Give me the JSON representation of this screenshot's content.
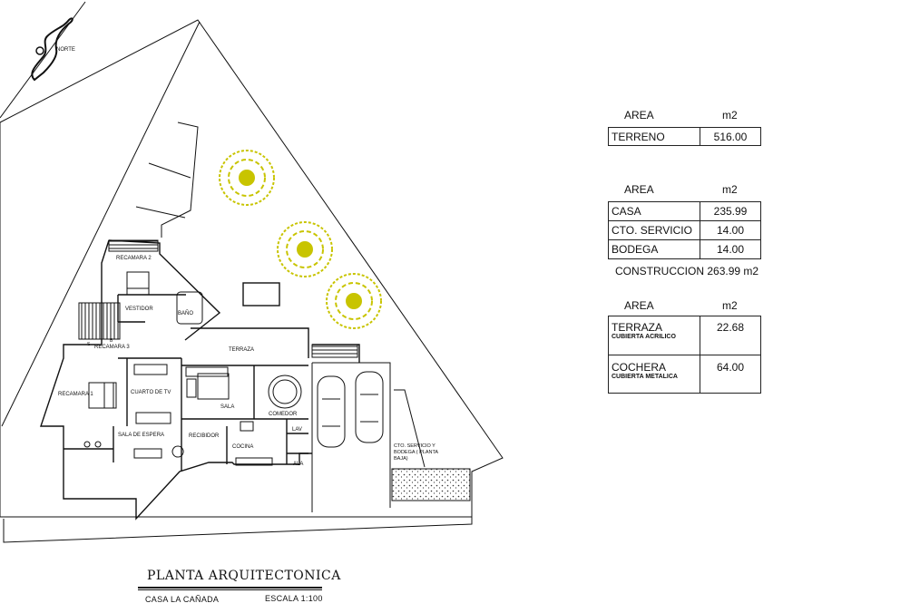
{
  "north_label": "NORTE",
  "plan": {
    "rooms": {
      "recamara2": "RECAMARA 2",
      "vestidor": "VESTIDOR",
      "bano": "BAÑO",
      "recamara3": "RECAMARA 3",
      "terraza": "TERRAZA",
      "recamara1": "RECAMARA 1",
      "cuarto_tv": "CUARTO DE TV",
      "sala": "SALA",
      "comedor": "COMEDOR",
      "sala_espera": "SALA DE ESPERA",
      "recibidor": "RECIBIDOR",
      "cocina": "COCINA",
      "lav": "LAV",
      "ala": "ALA",
      "servicio": "CTO. SERVICIO Y BODEGA ( PLANTA BAJA)"
    },
    "stair_marks": [
      "S",
      "B"
    ]
  },
  "terreno_table": {
    "header_area": "AREA",
    "header_unit": "m2",
    "rows": [
      {
        "label": "TERRENO",
        "value": "516.00"
      }
    ]
  },
  "casa_table": {
    "header_area": "AREA",
    "header_unit": "m2",
    "rows": [
      {
        "label": "CASA",
        "value": "235.99"
      },
      {
        "label": "CTO. SERVICIO",
        "value": "14.00"
      },
      {
        "label": "BODEGA",
        "value": "14.00"
      }
    ],
    "construccion_label": "CONSTRUCCION",
    "construccion_value": "263.99",
    "construccion_unit": "m2"
  },
  "exterior_table": {
    "header_area": "AREA",
    "header_unit": "m2",
    "rows": [
      {
        "label": "TERRAZA",
        "sublabel": "CUBIERTA ACRILICO",
        "value": "22.68"
      },
      {
        "label": "COCHERA",
        "sublabel": "CUBIERTA METALICA",
        "value": "64.00"
      }
    ]
  },
  "title_block": {
    "title": "PLANTA ARQUITECTONICA",
    "project": "CASA LA CAÑADA",
    "scale": "ESCALA 1:100"
  },
  "colors": {
    "line": "#111111",
    "tree": "#c8c400",
    "hatch": "#333333"
  }
}
